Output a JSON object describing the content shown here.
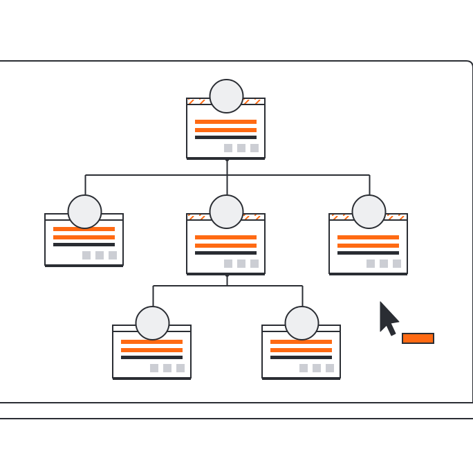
{
  "colors": {
    "background": "#ffffff",
    "stroke": "#2a2d33",
    "accent": "#ff6a13",
    "avatar_fill": "#eeeff1",
    "placeholder_squares": "#ccced4"
  },
  "nodes": [
    {
      "id": "root",
      "level": 0,
      "has_stripes": true
    },
    {
      "id": "child-left",
      "level": 1,
      "has_stripes": false
    },
    {
      "id": "child-middle",
      "level": 1,
      "has_stripes": true
    },
    {
      "id": "child-right",
      "level": 1,
      "has_stripes": true
    },
    {
      "id": "grandchild-left",
      "level": 2,
      "has_stripes": false
    },
    {
      "id": "grandchild-right",
      "level": 2,
      "has_stripes": false
    }
  ],
  "edges": [
    [
      "root",
      "child-left"
    ],
    [
      "root",
      "child-middle"
    ],
    [
      "root",
      "child-right"
    ],
    [
      "child-middle",
      "grandchild-left"
    ],
    [
      "child-middle",
      "grandchild-right"
    ]
  ],
  "cursor": {
    "icon": "arrow-cursor-icon"
  },
  "highlight": {
    "color": "#ff6a13"
  }
}
